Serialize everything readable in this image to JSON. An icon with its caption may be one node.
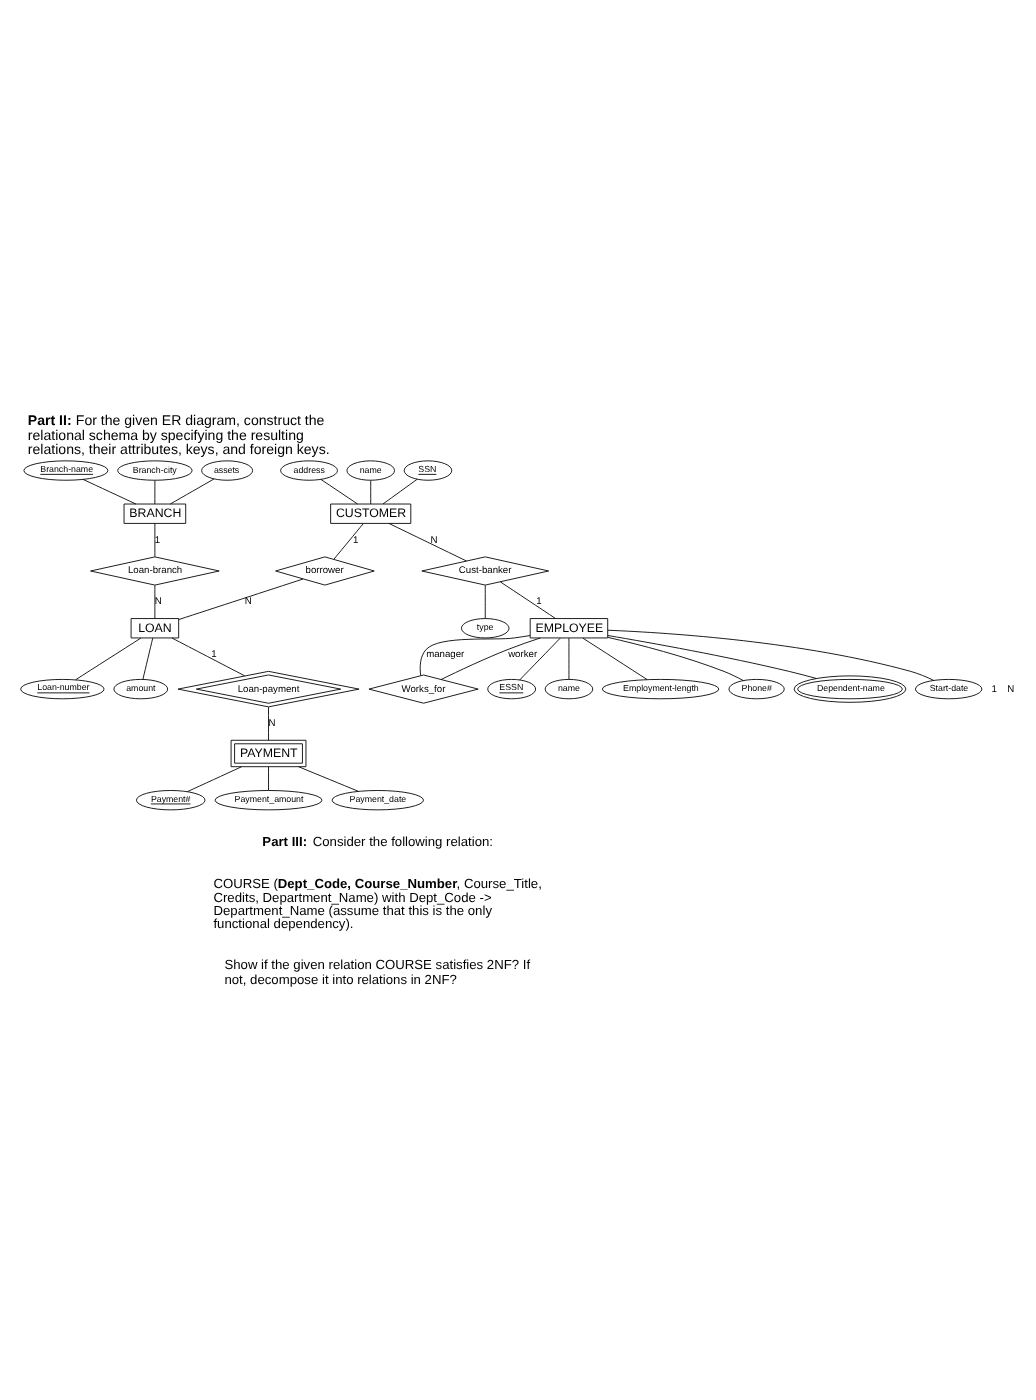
{
  "diagram": {
    "title": "**Part II:** For the given ER diagram, construct the relational schema by specifying the resulting relations, their attributes, keys, and foreign keys.",
    "nodes": [
      {
        "text": [
          "Branch-name"
        ]
      },
      {
        "text": [
          "Branch-city"
        ]
      },
      {
        "text": [
          "assets"
        ]
      },
      {
        "text": [
          "BRANCH"
        ]
      },
      {
        "text": [
          "address"
        ]
      },
      {
        "text": [
          "name"
        ]
      },
      {
        "text": [
          "SSN"
        ]
      },
      {
        "text": [
          "Loan-branch"
        ]
      },
      {
        "text": [
          "Loan-number"
        ]
      },
      {
        "text": [
          "CUSTOMER"
        ]
      },
      {
        "text": [
          "borrower"
        ]
      },
      {
        "text": [
          "LOAN"
        ]
      },
      {
        "text": [
          "amount"
        ]
      },
      {
        "text": [
          "Cust-banker"
        ]
      },
      {
        "text": [
          "type"
        ]
      },
      {
        "text": [
          "Loan-payment"
        ]
      },
      {
        "text": [
          "EMPLOYEE"
        ]
      },
      {
        "text": [
          "Works_for"
        ]
      },
      {
        "text": [
          "PAYMENT"
        ]
      },
      {
        "text": [
          "ESSN"
        ]
      },
      {
        "text": [
          "name"
        ]
      },
      {
        "text": [
          "Employment-length"
        ]
      },
      {
        "text": [
          "Phone#"
        ]
      },
      {
        "text": [
          "Payment#"
        ]
      },
      {
        "text": [
          "Dependent-name"
        ]
      },
      {
        "text": [
          "Start-date"
        ]
      },
      {
        "text": [
          "Payment_amount"
        ]
      },
      {
        "text": [
          "Payment_date"
        ]
      }
    ],
    "edges": [
      {
        "from": 0,
        "to": 3,
        "arrow": "none"
      },
      {
        "from": 1,
        "to": 3,
        "arrow": "none"
      },
      {
        "from": 2,
        "to": 3,
        "arrow": "none"
      },
      {
        "from": 3,
        "to": 7,
        "arrow": "none",
        "label": "1"
      },
      {
        "from": 7,
        "to": 11,
        "arrow": "none",
        "label": "N"
      },
      {
        "from": 4,
        "to": 9,
        "arrow": "none"
      },
      {
        "from": 5,
        "to": 9,
        "arrow": "none"
      },
      {
        "from": 6,
        "to": 9,
        "arrow": "none"
      },
      {
        "from": 9,
        "to": 10,
        "arrow": "none",
        "label": "1"
      },
      {
        "from": 10,
        "to": 11,
        "arrow": "none",
        "label": "N"
      },
      {
        "from": 11,
        "to": 8,
        "arrow": "none"
      },
      {
        "from": 11,
        "to": 12,
        "arrow": "none"
      },
      {
        "from": 9,
        "to": 13,
        "arrow": "none",
        "label": "N"
      },
      {
        "from": 13,
        "to": 14,
        "arrow": "none"
      },
      {
        "from": 13,
        "to": 16,
        "arrow": "none",
        "label": "1"
      },
      {
        "from": 11,
        "to": 15,
        "arrow": "none",
        "label": "1"
      },
      {
        "from": 15,
        "to": 18,
        "arrow": "none",
        "label": "N"
      },
      {
        "from": 16,
        "to": 17,
        "arrow": "none",
        "label": "manager"
      },
      {
        "from": 16,
        "to": 17,
        "arrow": "none",
        "label": "worker"
      },
      {
        "from": 16,
        "to": 19,
        "arrow": "none"
      },
      {
        "from": 16,
        "to": 24,
        "arrow": "none"
      },
      {
        "from": 16,
        "to": 21,
        "arrow": "none"
      },
      {
        "from": 16,
        "to": 25,
        "arrow": "none"
      },
      {
        "from": 16,
        "to": 22,
        "arrow": "none"
      },
      {
        "from": 16,
        "to": 20,
        "arrow": "none"
      },
      {
        "from": 18,
        "to": 23,
        "arrow": "none"
      },
      {
        "from": 18,
        "to": 27,
        "arrow": "none"
      },
      {
        "from": 18,
        "to": 26,
        "arrow": "none"
      }
    ],
    "labels": [
      "1",
      "N",
      "**Part III:** Consider the following relation:",
      "COURSE (**Dept_Code, Course_Number**, Course_Title, Credits, Department_Name) with Dept_Code -> Department_Name (assume that this is the only functional dependency).",
      "Show if the given relation COURSE satisfies 2NF? If not, decompose it into relations in 2NF?"
    ]
  }
}
